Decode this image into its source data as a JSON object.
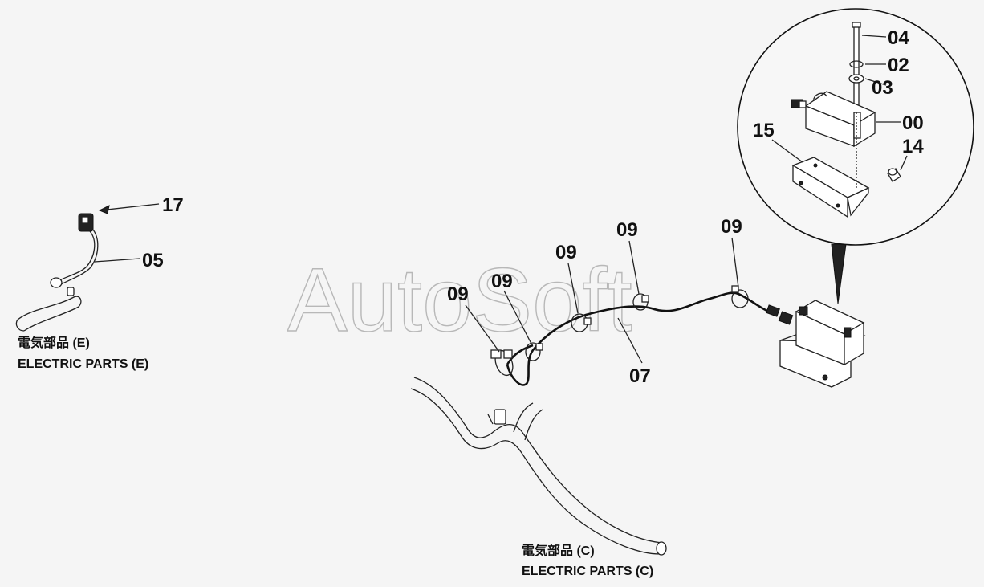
{
  "diagram": {
    "watermark": "AutoSoft",
    "part_numbers": {
      "p00": "00",
      "p02": "02",
      "p03": "03",
      "p04": "04",
      "p05": "05",
      "p07": "07",
      "p09": "09",
      "p14": "14",
      "p15": "15",
      "p17": "17"
    },
    "captions": {
      "e_jp": "電気部品 (E)",
      "e_en": "ELECTRIC PARTS (E)",
      "c_jp": "電気部品 (C)",
      "c_en": "ELECTRIC PARTS (C)"
    }
  }
}
